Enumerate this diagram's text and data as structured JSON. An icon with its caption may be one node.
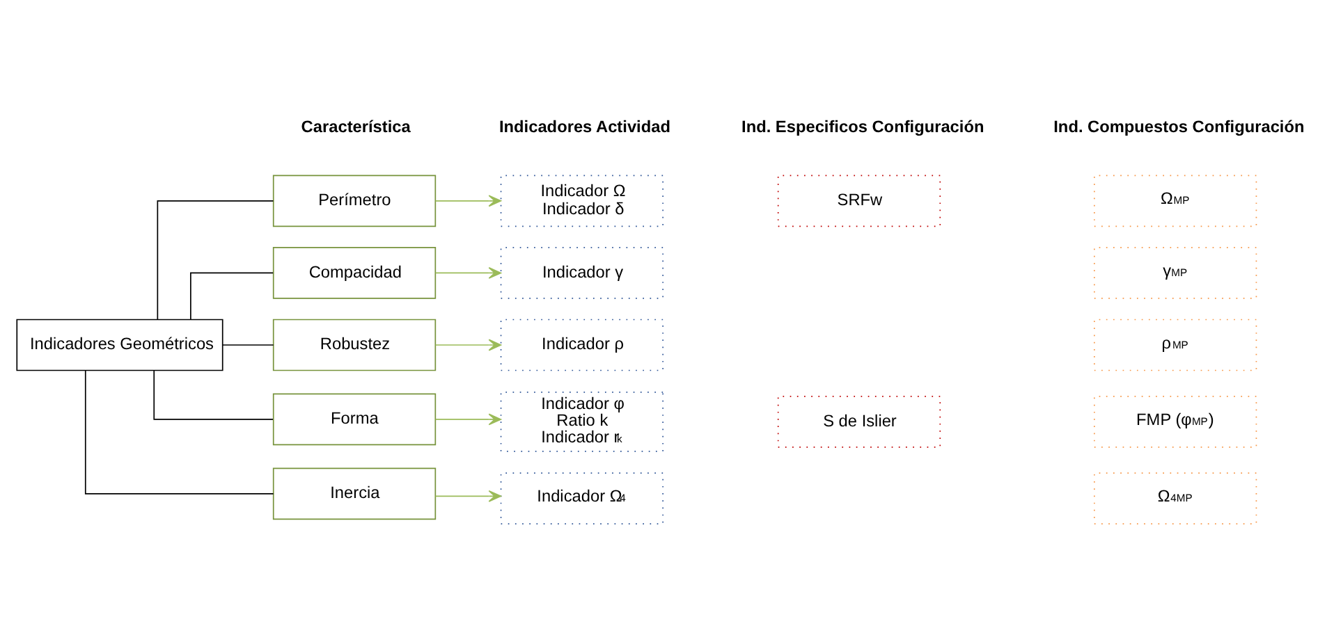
{
  "diagram": {
    "nodes": [
      {
        "text": [
          "Indicadores Geométricos"
        ]
      },
      {
        "text": [
          "Perímetro"
        ]
      },
      {
        "text": [
          "Compacidad"
        ]
      },
      {
        "text": [
          "Robustez"
        ]
      },
      {
        "text": [
          "Forma"
        ]
      },
      {
        "text": [
          "Inercia"
        ]
      },
      {
        "text": [
          "Indicador Ω",
          "Indicador δ"
        ]
      },
      {
        "text": [
          "Indicador γ"
        ]
      },
      {
        "text": [
          "Indicador ρ"
        ]
      },
      {
        "text": [
          "Indicador φ",
          "Ratio k",
          "Indicador r$_{k}$"
        ]
      },
      {
        "text": [
          "Indicador Ω$_{4}$"
        ]
      },
      {
        "text": [
          "SRFw"
        ]
      },
      {
        "text": [
          "S de Islier"
        ]
      },
      {
        "text": [
          "Ω$_{MP}$"
        ]
      },
      {
        "text": [
          "γ$_{MP}$"
        ]
      },
      {
        "text": [
          "ρ$_{MP}$"
        ]
      },
      {
        "text": [
          "FMP (φ$_{MP}$)"
        ]
      },
      {
        "text": [
          "Ω$_{4MP}$"
        ]
      }
    ],
    "edges": [
      {
        "from": 0,
        "to": 1,
        "arrow": "none",
        "color": "#000000"
      },
      {
        "from": 0,
        "to": 2,
        "arrow": "none",
        "color": "#000000"
      },
      {
        "from": 0,
        "to": 3,
        "arrow": "none",
        "color": "#000000"
      },
      {
        "from": 0,
        "to": 4,
        "arrow": "none",
        "color": "#000000"
      },
      {
        "from": 0,
        "to": 5,
        "arrow": "none",
        "color": "#000000"
      },
      {
        "from": 1,
        "to": 6,
        "arrow": "to",
        "color": "#9bbb59"
      },
      {
        "from": 2,
        "to": 7,
        "arrow": "to",
        "color": "#9bbb59"
      },
      {
        "from": 3,
        "to": 8,
        "arrow": "to",
        "color": "#9bbb59"
      },
      {
        "from": 4,
        "to": 9,
        "arrow": "to",
        "color": "#9bbb59"
      },
      {
        "from": 5,
        "to": 10,
        "arrow": "to",
        "color": "#9bbb59"
      }
    ],
    "labels": [
      "Característica",
      "Indicadores Actividad",
      "Ind. Especificos Configuración",
      "Ind. Compuestos Configuración"
    ]
  }
}
